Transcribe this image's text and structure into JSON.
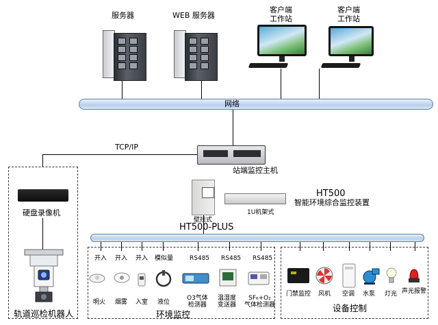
{
  "top": {
    "server1_label": "服务器",
    "server2_label": "WEB  服务器",
    "client1_label": "客户端\n工作站",
    "client2_label": "客户端\n工作站",
    "network_label": "网络"
  },
  "mid": {
    "tcpip_label": "TCP/IP",
    "host_label": "站端监控主机",
    "ht500_title": "HT500",
    "ht500_sub": "智能环境综合监控装置",
    "wall_label": "壁挂式",
    "rack_label": "1U机架式",
    "ht500plus_label": "HT500-PLUS"
  },
  "left": {
    "nvr_label": "硬盘录像机",
    "robot_label": "轨道巡检机器人"
  },
  "env": {
    "ports": [
      "开入",
      "开入",
      "开入",
      "模似量",
      "RS485",
      "RS485",
      "RS485"
    ],
    "devices": [
      "明火",
      "烟雾",
      "入室",
      "液位",
      "O3气体\n检测器",
      "温湿度\n变送器",
      "SF₆+O₂\n气体检测器"
    ],
    "group_label": "环境监控"
  },
  "ctrl": {
    "devices": [
      "门禁监控",
      "风机",
      "空调",
      "水泵",
      "灯光",
      "声光报警"
    ],
    "group_label": "设备控制"
  },
  "colors": {
    "pipe_border": "#5a7fa8",
    "pipe_fill": "#b9cfe7",
    "line": "#000000"
  }
}
